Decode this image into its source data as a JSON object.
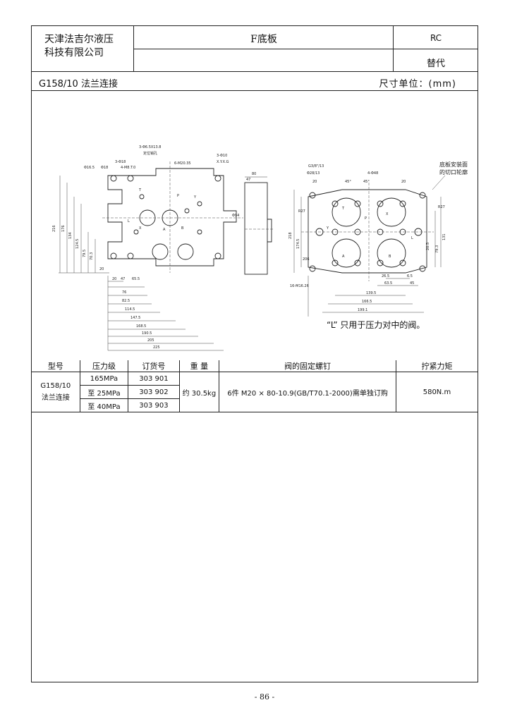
{
  "header": {
    "company_line1": "天津法吉尔液压",
    "company_line2": "科技有限公司",
    "title": "F底板",
    "code": "RC",
    "replace_label": "替代"
  },
  "subheader": {
    "model_title": "G158/10 法兰连接",
    "unit": "尺寸单位：(mm)"
  },
  "drawing": {
    "note": "“L” 只用于压力对中的阀。",
    "callout": "底板安装面的切口轮廓",
    "callout_line1": "底板安装面",
    "callout_line2": "的切口轮廓",
    "left_view": {
      "dims_bottom": [
        "20",
        "47",
        "65.5",
        "76",
        "82.5",
        "114.5",
        "147.5",
        "168.5",
        "190.5",
        "205",
        "225"
      ],
      "dims_left": [
        "216",
        "176",
        "134",
        "124.5",
        "79.5",
        "70.3",
        "20"
      ],
      "dims_top": [
        "3-Φ6.5X13.8",
        "定位销孔",
        "3-Φ18",
        "4-M8.T.0",
        "6-M20.35",
        "3-Φ10",
        "Φ16.5",
        "Φ18",
        "X.Y.X.G",
        "Φ94"
      ],
      "port_labels": [
        "T",
        "P",
        "X",
        "A",
        "B",
        "Y",
        "L"
      ]
    },
    "side_view": {
      "dims": [
        "80",
        "47"
      ]
    },
    "right_view": {
      "dims_top": [
        "G3/8\"/13",
        "Φ28/13",
        "4-Φ48",
        "20",
        "20",
        "45°",
        "45°",
        "R27",
        "R27"
      ],
      "dims_bottom": [
        "26.5",
        "6.5",
        "63.5",
        "45",
        "139.5",
        "166.5",
        "199.1"
      ],
      "dims_side": [
        "218",
        "174.5",
        "206",
        "20.5",
        "79.3",
        "131"
      ],
      "misc": [
        "16-M16.26"
      ],
      "port_labels": [
        "T",
        "P",
        "X",
        "Y",
        "L",
        "A",
        "B"
      ]
    }
  },
  "table": {
    "headers": [
      "型号",
      "压力级",
      "订货号",
      "重 量",
      "阀的固定螺钉",
      "拧紧力矩"
    ],
    "model": "G158/10",
    "model_sub": "法兰连接",
    "rows": [
      {
        "pressure": "165MPa",
        "order": "303 901"
      },
      {
        "pressure": "至 25MPa",
        "order": "303 902"
      },
      {
        "pressure": "至 40MPa",
        "order": "303 903"
      }
    ],
    "weight": "约 30.5kg",
    "screws": "6件 M20 × 80-10.9(GB/T70.1-2000)需单独订购",
    "torque": "580N.m"
  },
  "footer": {
    "page": "- 86 -"
  }
}
